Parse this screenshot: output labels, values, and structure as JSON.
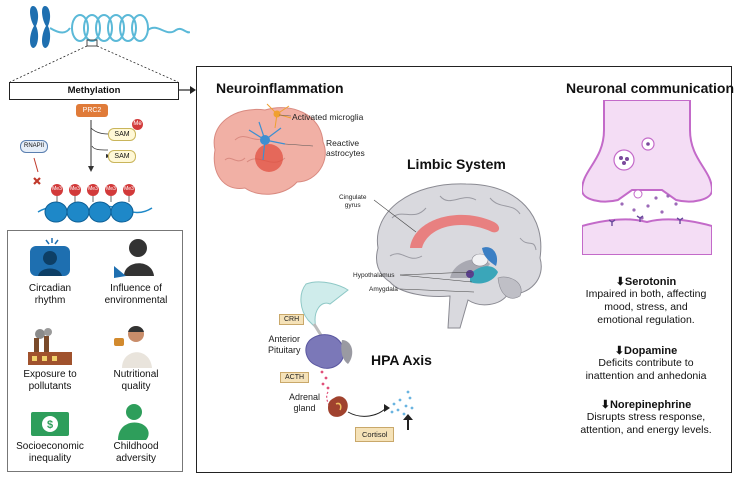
{
  "left": {
    "methylation_label": "Methylation",
    "prc2": "PRC2",
    "sam1": "SAM",
    "sam2": "SAM",
    "me": "Me",
    "rnapii": "RNAPII",
    "me3": [
      "Me3",
      "Me3",
      "Me3",
      "Me3",
      "Me3"
    ]
  },
  "factors": [
    {
      "label": "Circadian\nrhythm",
      "icon": "clock-person-icon"
    },
    {
      "label": "Influence of\nenvironmental",
      "icon": "person-silhouette-icon"
    },
    {
      "label": "Exposure to\npollutants",
      "icon": "factory-icon"
    },
    {
      "label": "Nutritional\nquality",
      "icon": "person-eating-icon"
    },
    {
      "label": "Socioeconomic\ninequality",
      "icon": "money-icon"
    },
    {
      "label": "Childhood\nadversity",
      "icon": "child-icon"
    }
  ],
  "main": {
    "neuroinflammation_title": "Neuroinflammation",
    "activated_microglia": "Activated microglia",
    "reactive_astrocytes": "Reactive\nastrocytes",
    "limbic_title": "Limbic System",
    "cingulate": "Cingulate\ngyrus",
    "hypothalamus": "Hypothalamus",
    "amygdala": "Amygdala",
    "crh": "CRH",
    "anterior_pituitary": "Anterior\nPituitary",
    "acth": "ACTH",
    "adrenal_gland": "Adrenal\ngland",
    "cortisol": "Cortisol",
    "hpa_title": "HPA Axis"
  },
  "neuronal": {
    "title": "Neuronal communication",
    "items": [
      {
        "head": "⬇Serotonin",
        "body": "Impaired in both, affecting\nmood, stress, and\nemotional regulation."
      },
      {
        "head": "⬇Dopamine",
        "body": "Deficits contribute to\ninattention and anhedonia"
      },
      {
        "head": "⬇Norepinephrine",
        "body": "Disrupts stress response,\nattention, and energy levels."
      }
    ]
  },
  "colors": {
    "chromosome": "#1e6fb0",
    "dna": "#5bb9d8",
    "nucleosome": "#1e88c8",
    "me3": "#d23a3a",
    "prc2": "#e07b39",
    "synapse": "#c36ac9",
    "brain": "#d9d9de",
    "cingulate": "#e88080",
    "cortisol_tag": "#f5e2b8",
    "factor_icon_green": "#2e9e5b",
    "factor_icon_blue": "#1e6fb0"
  }
}
